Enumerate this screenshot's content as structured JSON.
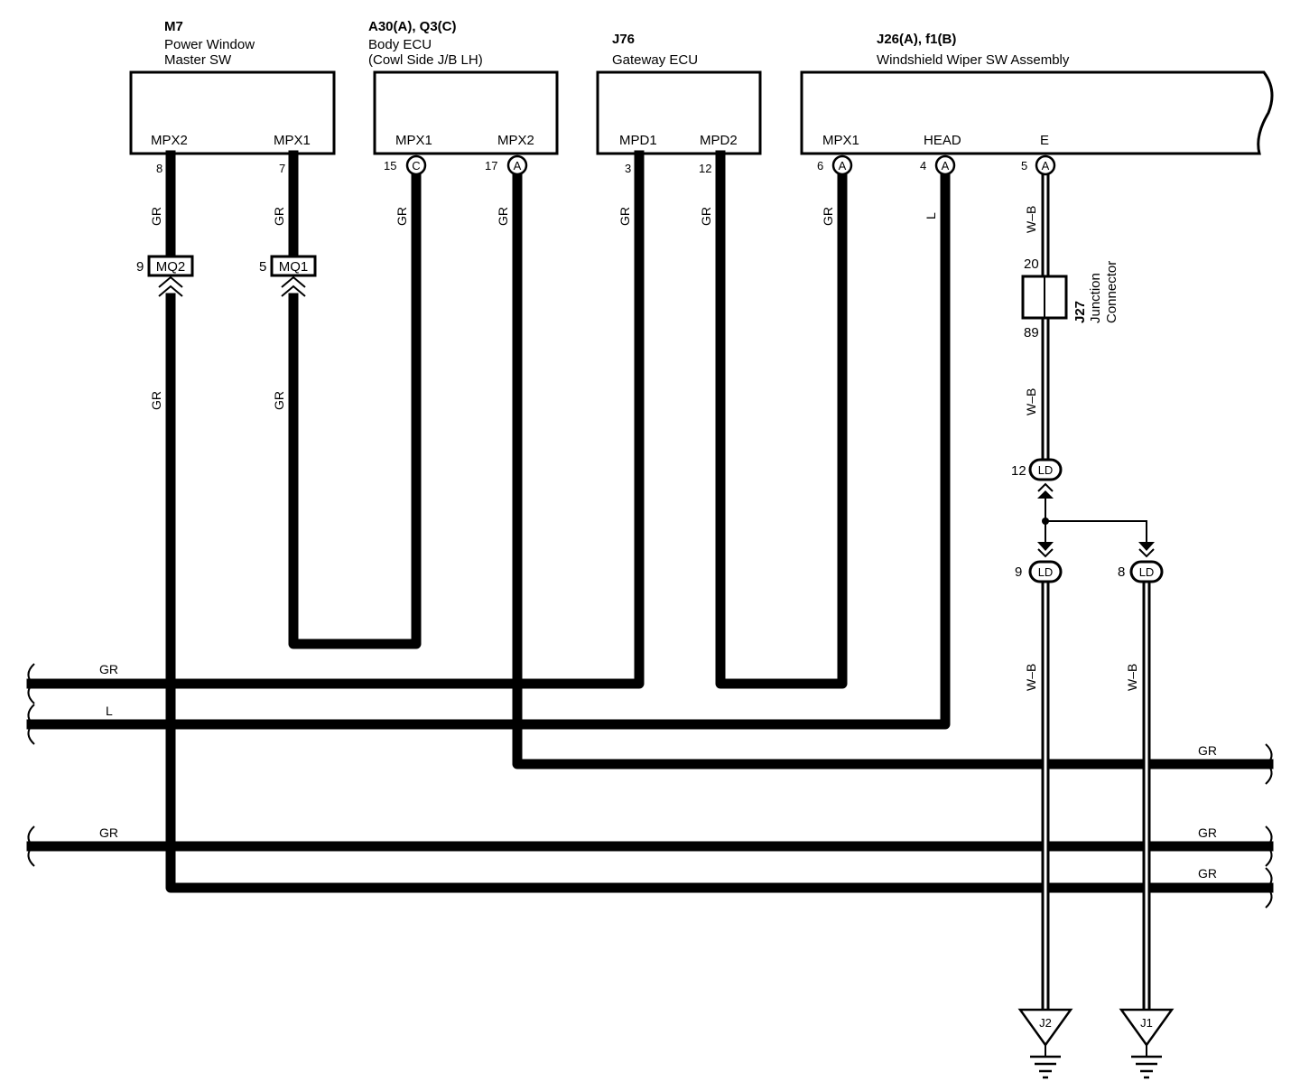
{
  "components": {
    "m7": {
      "id": "M7",
      "name_line1": "Power Window",
      "name_line2": "Master SW",
      "pin_a": "MPX2",
      "pin_b": "MPX1"
    },
    "a30": {
      "id": "A30(A), Q3(C)",
      "name_line1": "Body ECU",
      "name_line2": "(Cowl Side J/B LH)",
      "pin_a": "MPX1",
      "pin_b": "MPX2"
    },
    "j76": {
      "id": "J76",
      "name_line1": "Gateway ECU",
      "pin_a": "MPD1",
      "pin_b": "MPD2"
    },
    "j26": {
      "id": "J26(A), f1(B)",
      "name_line1": "Windshield Wiper SW Assembly",
      "pin_a": "MPX1",
      "pin_b": "HEAD",
      "pin_c": "E"
    }
  },
  "pins": {
    "m7_mpx2": "8",
    "m7_mpx1": "7",
    "a30_mpx1": "15",
    "a30_mpx1_conn": "C",
    "a30_mpx2": "17",
    "a30_mpx2_conn": "A",
    "j76_mpd1": "3",
    "j76_mpd2": "12",
    "j26_mpx1": "6",
    "j26_mpx1_conn": "A",
    "j26_head": "4",
    "j26_head_conn": "A",
    "j26_e": "5",
    "j26_e_conn": "A"
  },
  "connectors": {
    "mq2": {
      "label": "MQ2",
      "pin": "9"
    },
    "mq1": {
      "label": "MQ1",
      "pin": "5"
    },
    "ld_12": {
      "label": "LD",
      "pin": "12"
    },
    "ld_9": {
      "label": "LD",
      "pin": "9"
    },
    "ld_8": {
      "label": "LD",
      "pin": "8"
    }
  },
  "junction_connector": {
    "id": "J27",
    "line1": "Junction",
    "line2": "Connector",
    "pin_top": "20",
    "pin_bottom": "89"
  },
  "grounds": {
    "g1": "J2",
    "g2": "J1"
  },
  "wire_colors": {
    "gr": "GR",
    "l": "L",
    "wb": "W–B"
  }
}
